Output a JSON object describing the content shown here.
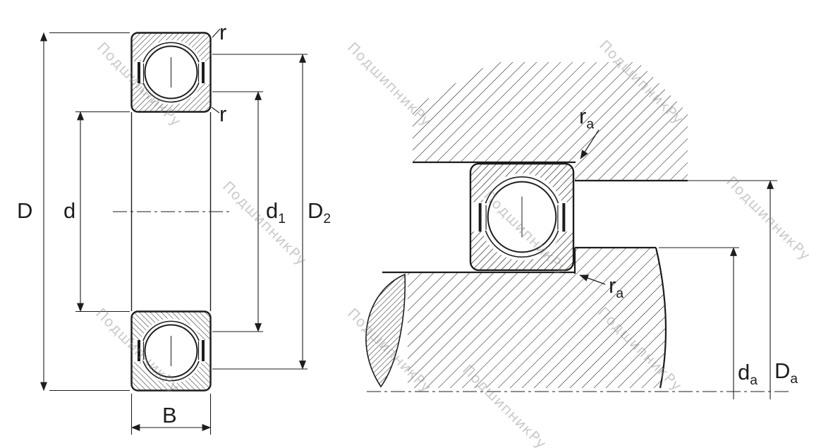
{
  "drawing": {
    "type": "bearing-technical-drawing",
    "views": [
      "cross-section",
      "mounting-abutment"
    ]
  },
  "labels": {
    "D": {
      "base": "D",
      "sub": ""
    },
    "d": {
      "base": "d",
      "sub": ""
    },
    "d1": {
      "base": "d",
      "sub": "1"
    },
    "D2": {
      "base": "D",
      "sub": "2"
    },
    "B": {
      "base": "B",
      "sub": ""
    },
    "r_outer": {
      "base": "r",
      "sub": ""
    },
    "r_bore": {
      "base": "r",
      "sub": ""
    },
    "ra_housing": {
      "base": "r",
      "sub": "a"
    },
    "ra_shaft": {
      "base": "r",
      "sub": "a"
    },
    "da": {
      "base": "d",
      "sub": "a"
    },
    "Da": {
      "base": "D",
      "sub": "a"
    }
  },
  "watermark": {
    "text": "ПодшипникРу"
  },
  "colors": {
    "line": "#1d1d1b",
    "watermark": "#b9b9b9",
    "background": "#ffffff"
  }
}
